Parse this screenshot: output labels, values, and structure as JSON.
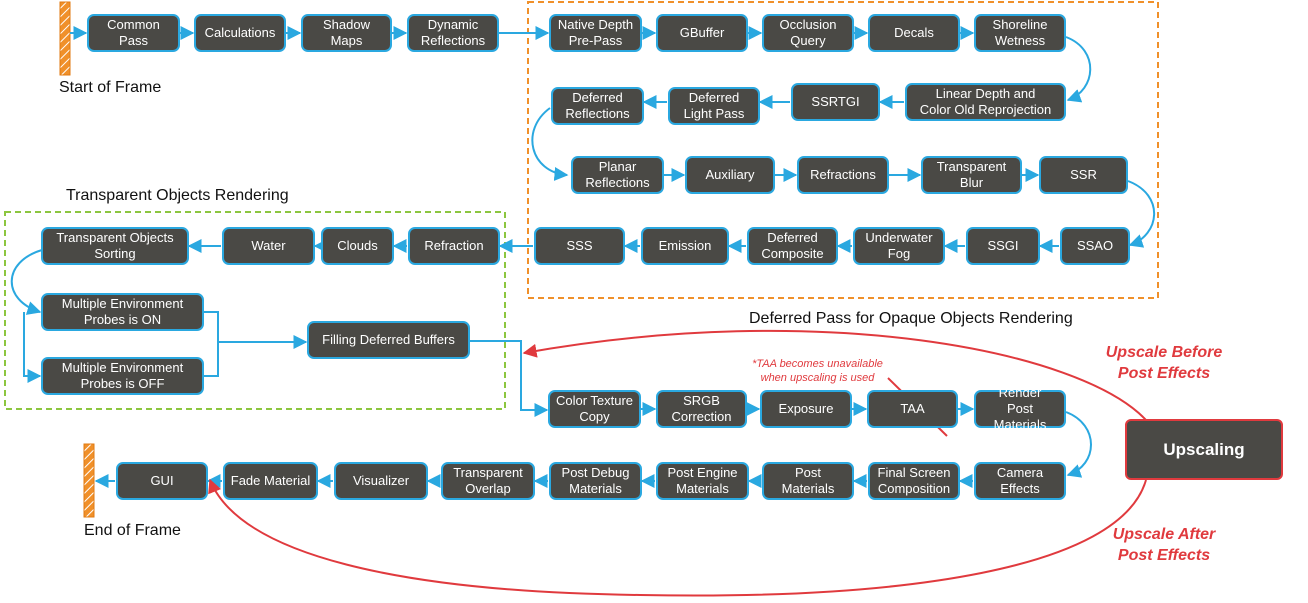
{
  "labels": {
    "start": "Start of Frame",
    "end": "End of Frame",
    "transparent_group": "Transparent Objects Rendering",
    "deferred_group": "Deferred Pass for Opaque Objects Rendering",
    "upscale_before": "Upscale Before\nPost Effects",
    "upscale_after": "Upscale After\nPost Effects",
    "taa_note": "*TAA becomes unavailable\nwhen upscaling is used"
  },
  "nodes": {
    "common_pass": "Common\nPass",
    "calculations": "Calculations",
    "shadow_maps": "Shadow\nMaps",
    "dynamic_reflections": "Dynamic\nReflections",
    "native_depth": "Native Depth\nPre-Pass",
    "gbuffer": "GBuffer",
    "occlusion_query": "Occlusion\nQuery",
    "decals": "Decals",
    "shoreline_wetness": "Shoreline\nWetness",
    "linear_depth": "Linear Depth and\nColor Old Reprojection",
    "ssrtgi": "SSRTGI",
    "deferred_light_pass": "Deferred\nLight Pass",
    "deferred_reflections": "Deferred\nReflections",
    "planar_reflections": "Planar\nReflections",
    "auxiliary": "Auxiliary",
    "refractions": "Refractions",
    "transparent_blur": "Transparent\nBlur",
    "ssr": "SSR",
    "ssao": "SSAO",
    "ssgi": "SSGI",
    "underwater_fog": "Underwater\nFog",
    "deferred_composite": "Deferred\nComposite",
    "emission": "Emission",
    "sss": "SSS",
    "refraction": "Refraction",
    "clouds": "Clouds",
    "water": "Water",
    "transparent_sorting": "Transparent Objects\nSorting",
    "env_probes_on": "Multiple Environment\nProbes is ON",
    "env_probes_off": "Multiple Environment\nProbes is OFF",
    "filling_deferred": "Filling Deferred Buffers",
    "color_texture_copy": "Color Texture\nCopy",
    "srgb_correction": "SRGB\nCorrection",
    "exposure": "Exposure",
    "taa": "TAA",
    "render_post_materials": "Render\nPost Materials",
    "camera_effects": "Camera\nEffects",
    "final_screen_composition": "Final Screen\nComposition",
    "post_materials": "Post\nMaterials",
    "post_engine_materials": "Post Engine\nMaterials",
    "post_debug_materials": "Post Debug\nMaterials",
    "transparent_overlap": "Transparent\nOverlap",
    "visualizer": "Visualizer",
    "fade_material": "Fade Material",
    "gui": "GUI",
    "upscaling": "Upscaling"
  },
  "colors": {
    "node_fill": "#4a4945",
    "node_border": "#2aa8e0",
    "arrow": "#2aa8e0",
    "deferred_group_border": "#f0902a",
    "transparent_group_border": "#8cc63f",
    "upscale_red": "#e03a3e",
    "frame_marker": "#f0902a"
  }
}
